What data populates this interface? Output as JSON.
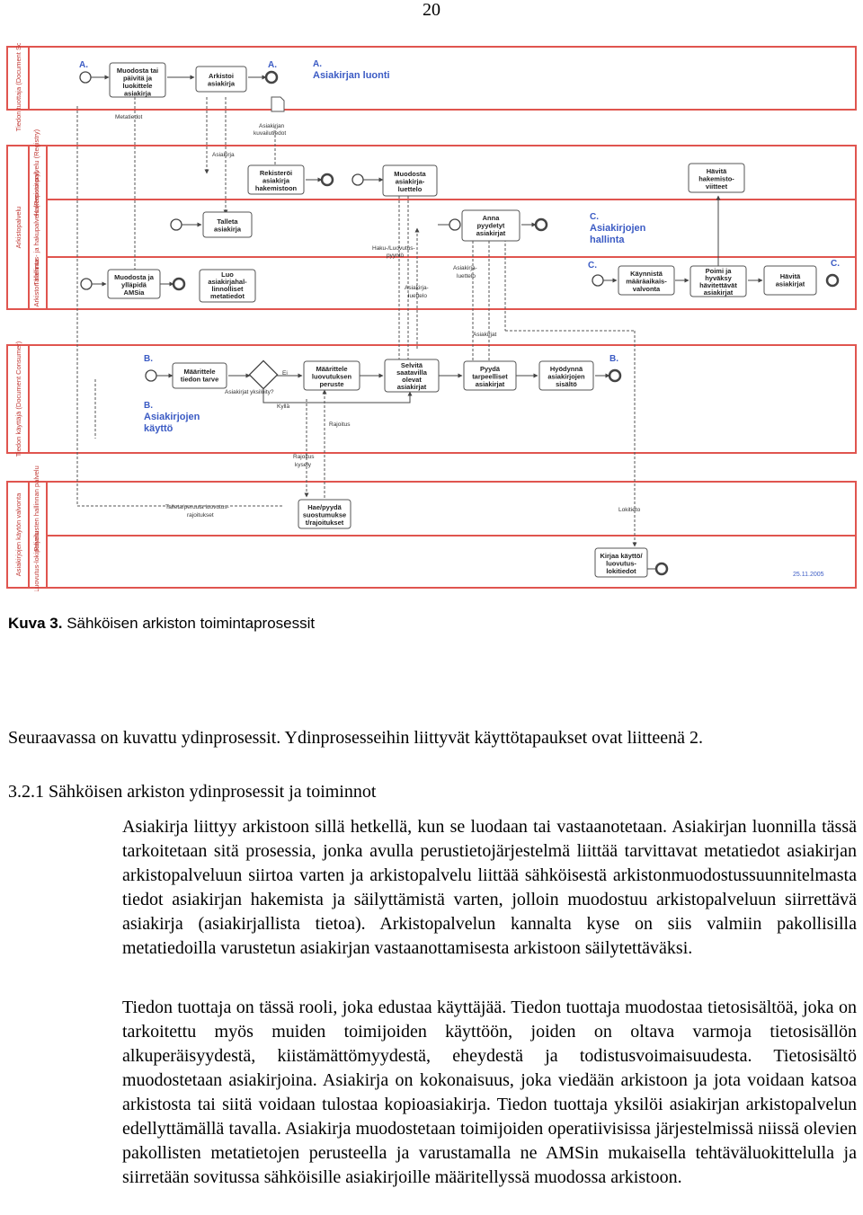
{
  "page_number": "20",
  "figure": {
    "lanes": {
      "source": "Tiedon tuottaja (Document Source)",
      "archive_group": "Arkistopalvelu",
      "registry": "Hakemisto-palvelu (Registry)",
      "repository": "Tallennus- ja hakupalvelu (Repository)",
      "management": "Arkiston hallinta",
      "consumer": "Tiedon käyttäjä (Document Consumer)",
      "control_group": "Asiakirjojen käytön valvonta",
      "release_registry": "Rajoitusten hallinnan palvelu",
      "release_log": "Luovutus-lokipalvelu"
    },
    "markers": {
      "a": "A.",
      "b": "B.",
      "c": "C."
    },
    "section_titles": {
      "a_line1": "A.",
      "a_line2": "Asiakirjan luonti",
      "b_line1": "B.",
      "b_line2": "Asiakirjojen",
      "b_line3": "käyttö",
      "c_line1": "C.",
      "c_line2": "Asiakirjojen",
      "c_line3": "hallinta"
    },
    "tasks": {
      "create": [
        "Muodosta tai",
        "päivitä ja",
        "luokittele",
        "asiakirja"
      ],
      "archive": [
        "Arkistoi",
        "asiakirja"
      ],
      "register": [
        "Rekisteröi",
        "asiakirja",
        "hakemistoon"
      ],
      "list": [
        "Muodosta",
        "asiakirja-",
        "luettelo"
      ],
      "store": [
        "Talleta",
        "asiakirja"
      ],
      "give": [
        "Anna",
        "pyydetyt",
        "asiakirjat"
      ],
      "maintain": [
        "Muodosta ja",
        "ylläpidä",
        "AMSia"
      ],
      "create_meta": [
        "Luo",
        "asiakirjahal-",
        "linnolliset",
        "metatiedot"
      ],
      "start_period": [
        "Käynnistä",
        "määräaikais-",
        "valvonta"
      ],
      "pick": [
        "Poimi ja",
        "hyväksy",
        "hävitettävät",
        "asiakirjat"
      ],
      "destroy": [
        "Hävitä",
        "asiakirjat"
      ],
      "destroy_ref": [
        "Hävitä",
        "hakemisto-",
        "viitteet"
      ],
      "define": [
        "Määrittele",
        "tiedon tarve"
      ],
      "define_rel": [
        "Määrittele",
        "luovutuksen",
        "peruste"
      ],
      "select": [
        "Selvitä",
        "saatavilla",
        "olevat",
        "asiakirjat"
      ],
      "request": [
        "Pyydä",
        "tarpeelliset",
        "asiakirjat"
      ],
      "use": [
        "Hyödynnä",
        "asiakirjojen",
        "sisältö"
      ],
      "fetch": [
        "Hae/pyydä",
        "suostumukse",
        "t/rajoitukset"
      ],
      "log": [
        "Kirjaa käyttö/",
        "luovutus-",
        "lokitiedot"
      ]
    },
    "labels": {
      "metadata": "Metatiedot",
      "description_1": "Asiakirjan",
      "description_2": "kuvailutiedot",
      "document": "Asiakirja",
      "search_1": "Haku-/Luovutus-",
      "search_2": "pyyntö",
      "list_1": "Asiakirja-",
      "list_2": "luettelo",
      "list_b_1": "Asiakirja-",
      "list_b_2": "luettelo",
      "documents": "Asiakirjat",
      "no": "Ei",
      "yes": "Kyllä",
      "gateway_question": "Asiakirjat yksilöity?",
      "restriction": "Rajoitus",
      "restriction_query_1": "Rajoitus",
      "restriction_query_2": "kysely",
      "store_restrictions": "Talleta/peruuta luovutus-",
      "store_restrictions_2": "rajoitukset",
      "logdata": "Lokitieto",
      "date": "25.11.2005"
    }
  },
  "caption": {
    "label": "Kuva 3.",
    "text": " Sähköisen arkiston toimintaprosessit"
  },
  "intro": "Seuraavassa on kuvattu ydinprosessit. Ydinprosesseihin liittyvät käyttötapaukset ovat liitteenä 2.",
  "heading": "3.2.1 Sähköisen arkiston ydinprosessit ja toiminnot",
  "paragraph1": "Asiakirja liittyy arkistoon sillä hetkellä, kun se luodaan tai vastaanotetaan. Asiakirjan luonnilla tässä tarkoitetaan sitä prosessia, jonka avulla perustietojärjestelmä liittää tarvittavat metatiedot asiakirjan arkistopalveluun siirtoa varten ja arkistopalvelu liittää sähköisestä arkistonmuodostussuunnitelmasta tiedot asiakirjan hakemista ja säilyttämistä varten, jolloin muodostuu arkistopalveluun siirrettävä asiakirja (asiakirjallista tietoa). Arkistopalvelun kannalta kyse on siis valmiin pakollisilla metatiedoilla varustetun asiakirjan vastaanottamisesta arkistoon säilytettäväksi.",
  "paragraph2": "Tiedon tuottaja on tässä rooli, joka edustaa käyttäjää. Tiedon tuottaja muodostaa tietosisältöä, joka on tarkoitettu myös muiden toimijoiden käyttöön, joiden on oltava varmoja tietosisällön alkuperäisyydestä, kiistämättömyydestä, eheydestä ja todistusvoimaisuudesta. Tietosisältö muodostetaan asiakirjoina. Asiakirja on kokonaisuus, joka viedään arkistoon ja jota voidaan katsoa arkistosta tai siitä voidaan tulostaa kopioasiakirja. Tiedon tuottaja yksilöi asiakirjan arkistopalvelun edellyttämällä tavalla. Asiakirja muodostetaan toimijoiden operatiivisissa järjestelmissä niissä olevien pakollisten metatietojen perusteella ja varustamalla ne AMSin mukaisella tehtäväluokittelulla ja siirretään sovitussa sähköisille asiakirjoille määritellyssä muodossa arkistoon."
}
